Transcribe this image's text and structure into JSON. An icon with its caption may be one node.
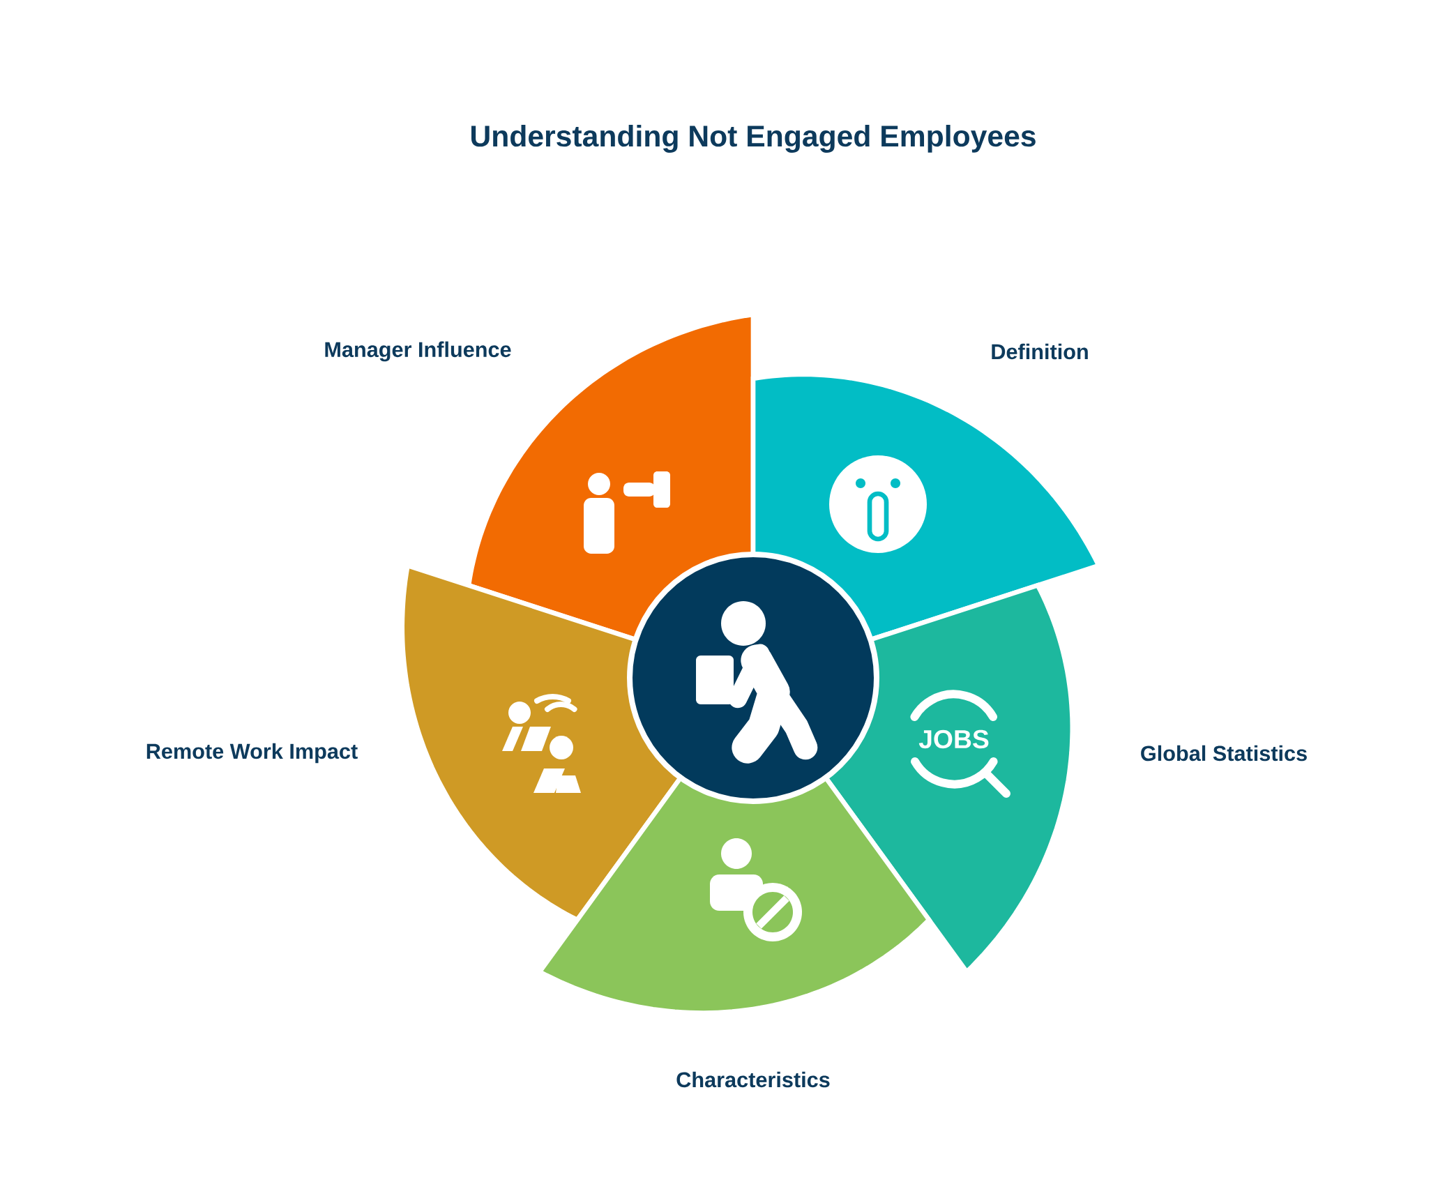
{
  "diagram": {
    "title": "Understanding Not Engaged Employees",
    "nodes": [
      {
        "text": [
          "Manager Influence"
        ]
      },
      {
        "text": [
          "Definition"
        ]
      },
      {
        "text": [
          "Remote Work Impact"
        ]
      },
      {
        "text": [
          "Global Statistics"
        ]
      },
      {
        "text": [
          "Characteristics"
        ]
      },
      {
        "text": [],
        "shape": "circle"
      }
    ],
    "labels": [
      "JOBS"
    ]
  }
}
